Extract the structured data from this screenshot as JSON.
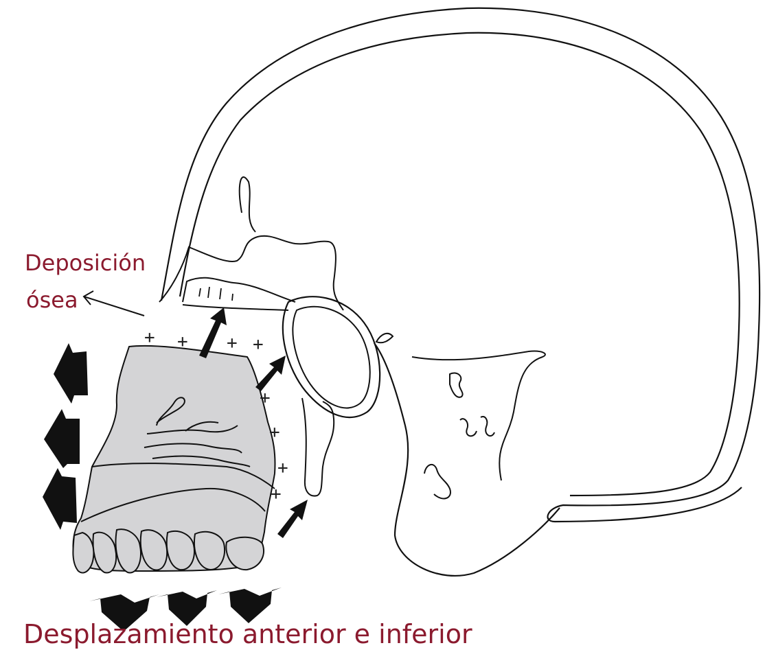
{
  "labels": {
    "deposition_line1": "Deposición",
    "deposition_line2": "ósea",
    "bottom_caption": "Desplazamiento anterior e inferior"
  },
  "symbols": {
    "plus": "+"
  },
  "colors": {
    "label_red": "#8b1a2e",
    "bone_gray": "#d4d4d6",
    "line": "#111111",
    "arrow_fill": "#111111"
  }
}
